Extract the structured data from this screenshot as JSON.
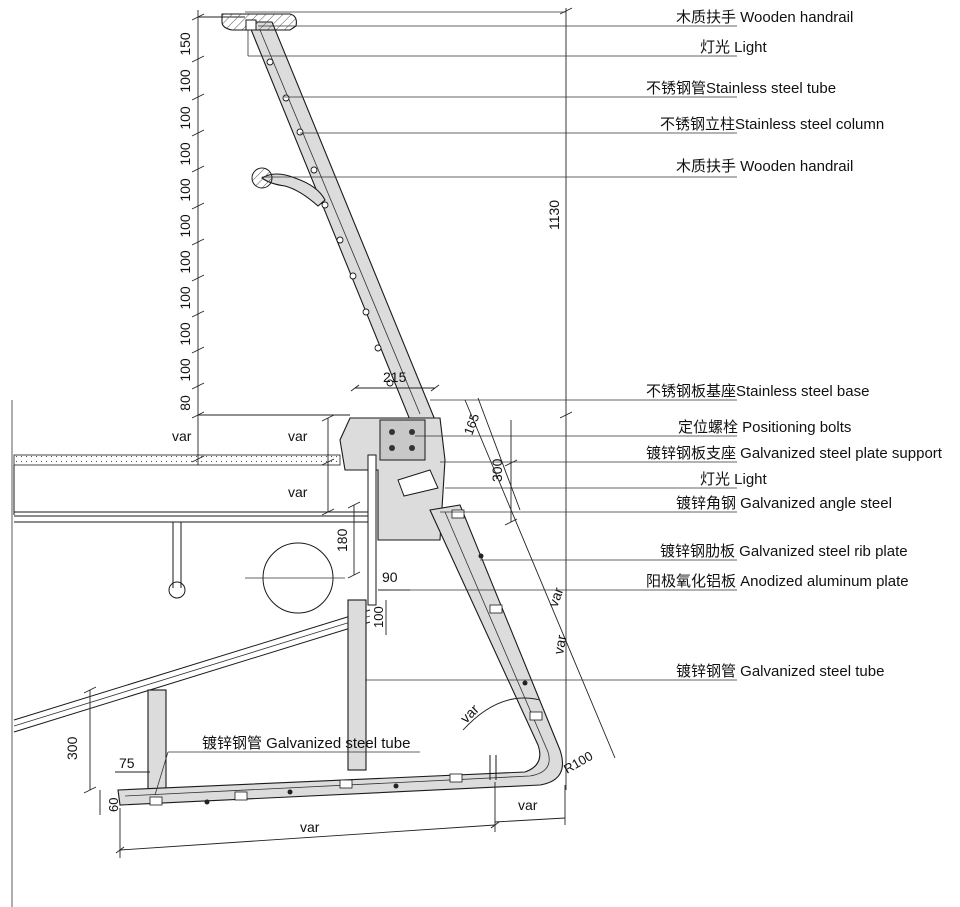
{
  "labels": {
    "wooden_handrail_top": "木质扶手 Wooden handrail",
    "light_top": "灯光 Light",
    "stainless_tube": "不锈钢管Stainless steel tube",
    "stainless_column": "不锈钢立柱Stainless steel column",
    "wooden_handrail_mid": "木质扶手 Wooden handrail",
    "stainless_base": "不锈钢板基座Stainless steel base",
    "positioning_bolts": "定位螺栓 Positioning bolts",
    "galv_plate_support": "镀锌钢板支座 Galvanized steel plate support",
    "light_mid": "灯光 Light",
    "galv_angle": "镀锌角钢 Galvanized angle steel",
    "galv_rib": "镀锌钢肋板 Galvanized steel rib plate",
    "anodized_plate": "阳极氧化铝板 Anodized aluminum plate",
    "galv_tube_right": "镀锌钢管 Galvanized steel tube",
    "galv_tube_left": "镀锌钢管 Galvanized steel tube"
  },
  "dimensions": {
    "left_stack": [
      "150",
      "100",
      "100",
      "100",
      "100",
      "100",
      "100",
      "100",
      "100",
      "100",
      "80",
      "var"
    ],
    "total_height": "1130",
    "base_width": "215",
    "slab_var_top": "var",
    "slab_var_mid": "var",
    "d165": "165",
    "d300_right": "300",
    "d180": "180",
    "d90": "90",
    "d100": "100",
    "slant_var": "var",
    "angle_var": "var",
    "radius": "R100",
    "d300_left": "300",
    "d75": "75",
    "d60": "60",
    "bottom_var": "var",
    "bottom_right_var": "var",
    "right_var": "var"
  }
}
